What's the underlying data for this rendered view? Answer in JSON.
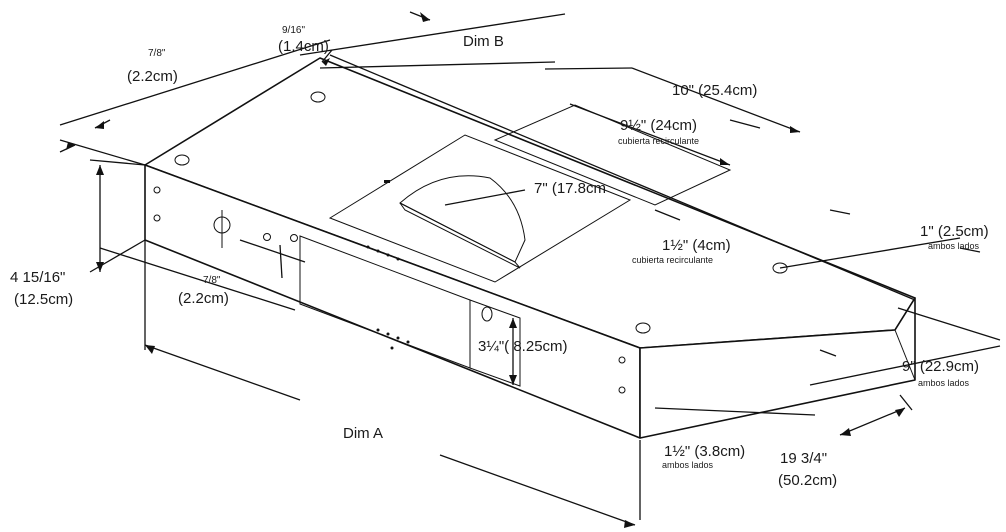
{
  "labels": {
    "dim_b": "Dim B",
    "dim_a": "Dim A",
    "nine_sixteenths": "9/16\"",
    "one_point_four": "(1.4cm)",
    "seven_eighths_top": "7/8\"",
    "two_point_two_top": "(2.2cm)",
    "ten_in": "10\" (25.4cm)",
    "nine_half": "9½\" (24cm)",
    "cubierta_1": "cubierta recirculante",
    "seven_in": "7\" (17.8cm",
    "one_half_4": "1½\" (4cm)",
    "cubierta_2": "cubierta recirculante",
    "one_in": "1\" (2.5cm)",
    "ambos_1": "ambos lados",
    "four_15_16": "4 15/16\"",
    "twelve_five": "(12.5cm)",
    "seven_eighths_side": "7/8\"",
    "two_point_two_side": "(2.2cm)",
    "three_quarter": "3¼\"( 8.25cm)",
    "nine_in": "9\" (22.9cm)",
    "ambos_2": "ambos lados",
    "one_half_38": "1½\" (3.8cm)",
    "ambos_3": "ambos lados",
    "nineteen_34": "19 3/4\"",
    "fifty_two": "(50.2cm)"
  }
}
